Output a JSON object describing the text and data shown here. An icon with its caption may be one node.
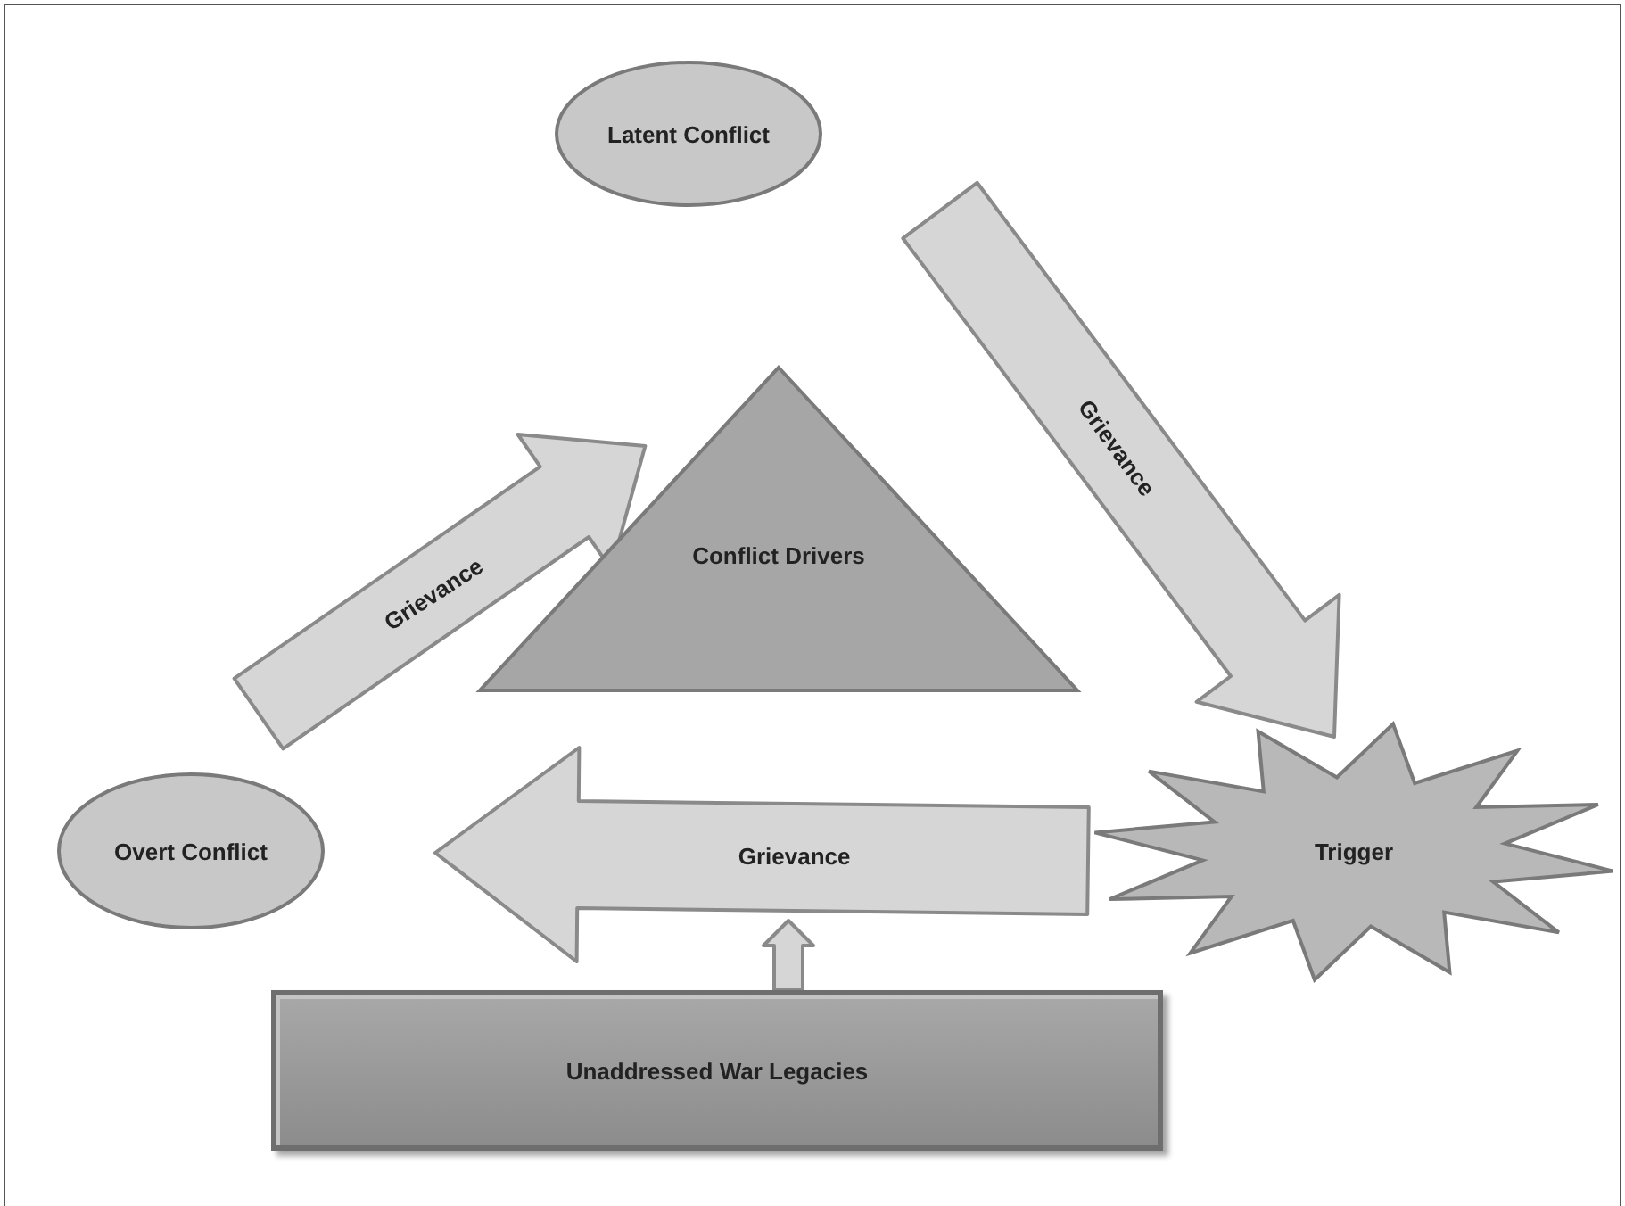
{
  "diagram": {
    "nodes": [
      {
        "text": [
          "Latent Conflict"
        ]
      },
      {
        "text": [
          "Conflict Drivers"
        ]
      },
      {
        "text": [
          "Overt Conflict"
        ]
      },
      {
        "text": [
          "Trigger"
        ]
      },
      {
        "text": [
          "Unaddressed War Legacies"
        ]
      }
    ],
    "edges": [
      {
        "from": 2,
        "to": 0,
        "arrow": "to",
        "label": "Grievance"
      },
      {
        "from": 0,
        "to": 3,
        "arrow": "to",
        "label": "Grievance"
      },
      {
        "from": 3,
        "to": 2,
        "arrow": "to",
        "label": "Grievance"
      },
      {
        "from": 4,
        "to": null,
        "arrow": "to"
      }
    ]
  }
}
